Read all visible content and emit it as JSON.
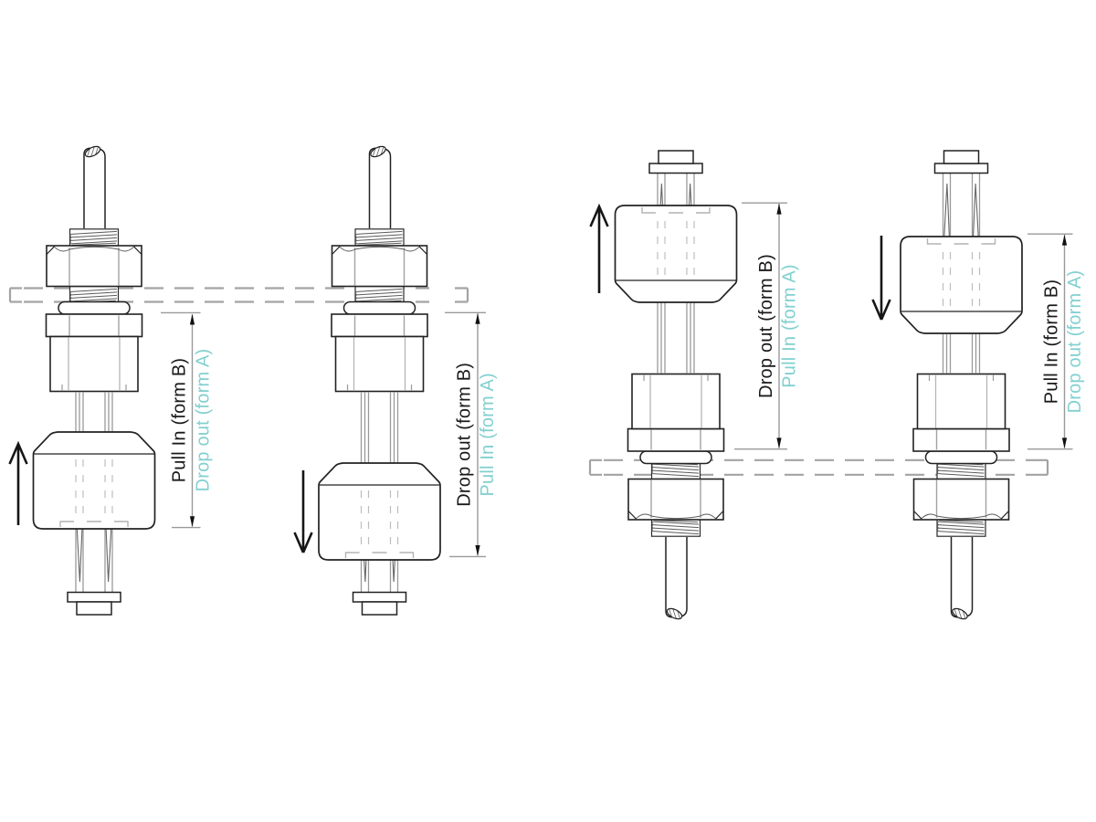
{
  "title": "Float switch mounting orientation and switching action diagram",
  "colors": {
    "background": "#ffffff",
    "outline": "#222222",
    "secondary_line": "#9a9a9a",
    "hidden_dash": "#b8b8b8",
    "plate_dash": "#a3a3a3",
    "label_black": "#1a1a1a",
    "label_teal": "#82d0d0",
    "arrow": "#161616"
  },
  "figures": [
    {
      "orientation": "upright-cable-up",
      "float_position": "raised",
      "motion": "up",
      "motion_icon": "arrow-up-icon",
      "primary_label": "Pull In (form B)",
      "secondary_label": "Drop out (form A)"
    },
    {
      "orientation": "upright-cable-up",
      "float_position": "lowered",
      "motion": "down",
      "motion_icon": "arrow-down-icon",
      "primary_label": "Drop out (form B)",
      "secondary_label": "Pull In (form A)"
    },
    {
      "orientation": "inverted-cable-down",
      "float_position": "raised",
      "motion": "up",
      "motion_icon": "arrow-up-icon",
      "primary_label": "Drop out (form B)",
      "secondary_label": "Pull In (form A)"
    },
    {
      "orientation": "inverted-cable-down",
      "float_position": "lowered",
      "motion": "down",
      "motion_icon": "arrow-down-icon",
      "primary_label": "Pull In (form B)",
      "secondary_label": "Drop out (form A)"
    }
  ]
}
